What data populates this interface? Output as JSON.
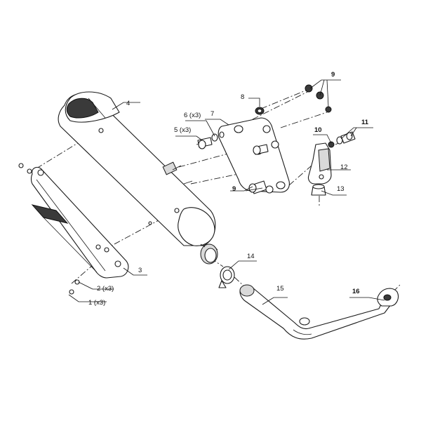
{
  "diagram": {
    "labels": {
      "l1": "1 (x3)",
      "l2": "2 (x3)",
      "l3": "3",
      "l4": "4",
      "l5": "5 (x3)",
      "l6": "6 (x3)",
      "l7": "7",
      "l8": "8",
      "l9a": "9",
      "l9b": "9",
      "l10": "10",
      "l11": "11",
      "l12": "12",
      "l13": "13",
      "l14": "14",
      "l15": "15",
      "l16": "16"
    }
  }
}
